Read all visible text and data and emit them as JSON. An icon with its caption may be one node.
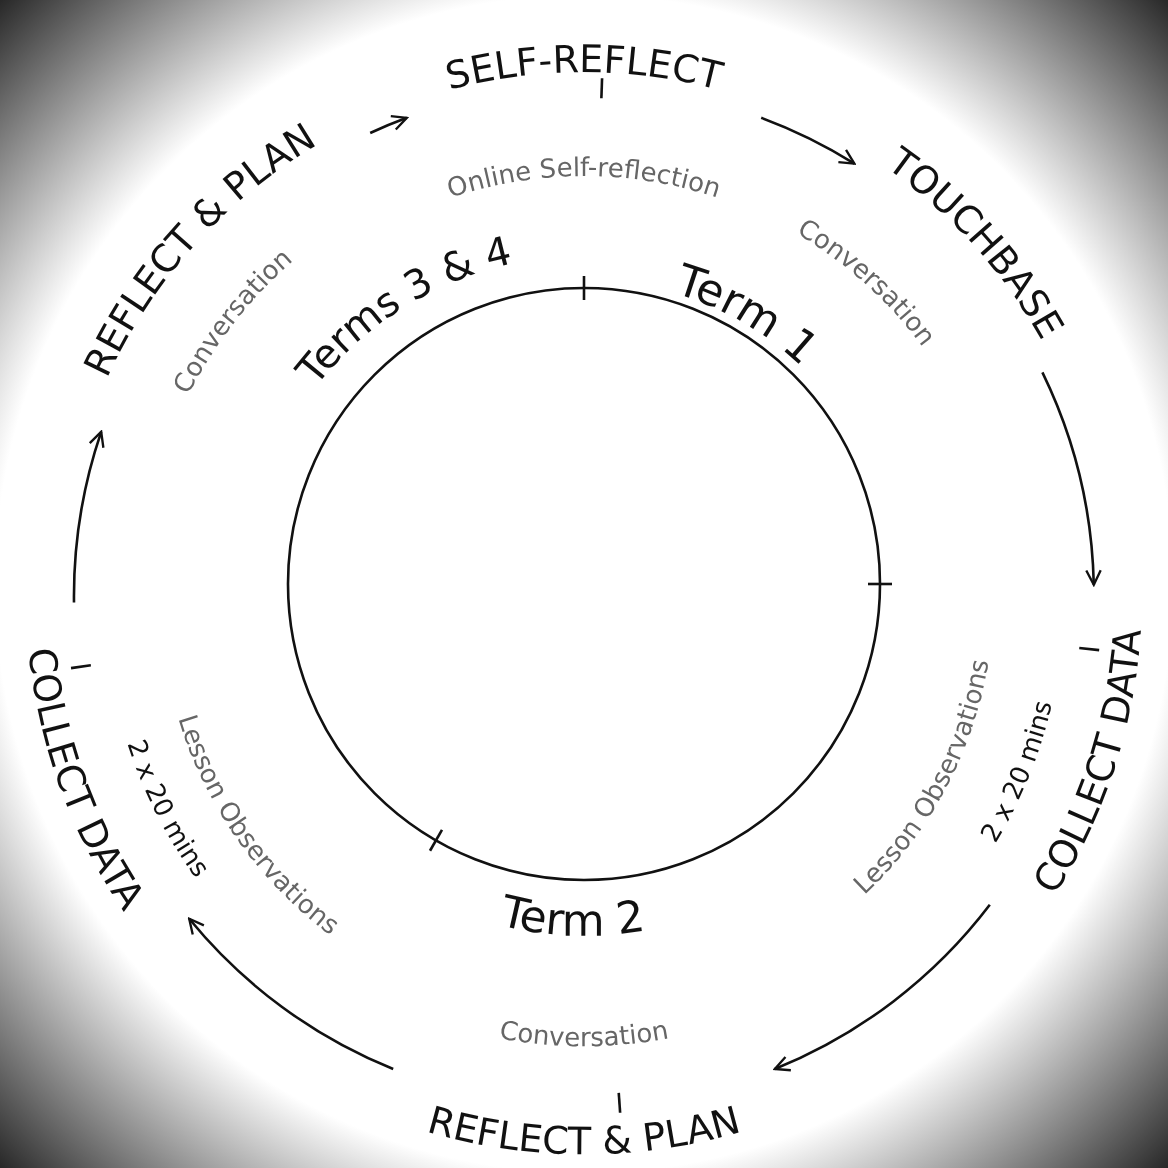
{
  "diagram": {
    "nodes": [
      {
        "text": [
          "SELF-REFLECT"
        ]
      },
      {
        "text": [
          "TOUCHBASE"
        ]
      },
      {
        "text": [
          "COLLECT DATA"
        ]
      },
      {
        "text": [
          "REFLECT & PLAN"
        ]
      },
      {
        "text": [
          "COLLECT DATA"
        ]
      },
      {
        "text": [
          "REFLECT & PLAN"
        ]
      }
    ],
    "edges": [
      {
        "from": 0,
        "to": 1,
        "arrow": "to"
      },
      {
        "from": 1,
        "to": 2,
        "arrow": "to"
      },
      {
        "from": 2,
        "to": 3,
        "arrow": "to"
      },
      {
        "from": 3,
        "to": 4,
        "arrow": "to"
      },
      {
        "from": 4,
        "to": 5,
        "arrow": "to"
      },
      {
        "from": 5,
        "to": 0,
        "arrow": "to"
      }
    ],
    "labels": [
      "Online Self-reflection",
      "Conversation",
      "Term 1",
      "Terms 3 & 4",
      "Conversation",
      "Lesson Observations",
      "2 x 20 mins",
      "Lesson Observations",
      "2 x 20 mins",
      "Term 2",
      "Conversation"
    ]
  }
}
